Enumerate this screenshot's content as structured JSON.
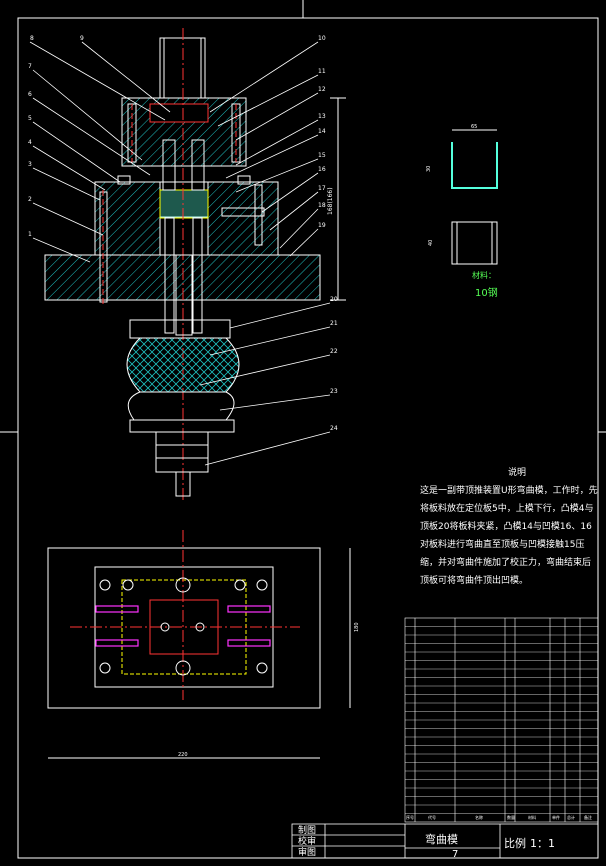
{
  "drawing": {
    "title": "弯曲模",
    "scale_label": "比例",
    "scale_value": "1：1",
    "sheet_number": "7",
    "sign_rows": [
      "制图",
      "校审",
      "审图"
    ]
  },
  "callouts": [
    "1",
    "2",
    "3",
    "4",
    "5",
    "6",
    "7",
    "8",
    "9",
    "10",
    "11",
    "12",
    "13",
    "14",
    "15",
    "16",
    "17",
    "18",
    "19",
    "20",
    "21",
    "22",
    "23",
    "24"
  ],
  "part": {
    "material": "材料：",
    "material_value": "10钢",
    "dim_width": "65",
    "dim_height_a": "30",
    "dim_height_b": "40"
  },
  "note": {
    "title": "说明",
    "text": "这是一副带顶推装置U形弯曲模，工作时，先将板料放在定位板5中，上模下行，凸模4与顶板20将板料夹紧，凸模14与凹模16、16对板料进行弯曲直至顶板与凹模接触15压缩，并对弯曲件施加了校正力，弯曲结束后顶板可将弯曲件顶出凹模。"
  },
  "dimensions": {
    "top_overall": "168(166)",
    "plan_width": "220",
    "plan_height": "180"
  },
  "bom_headers": [
    "序号",
    "代号",
    "名称",
    "数量",
    "材料",
    "单件",
    "总计",
    "备注"
  ]
}
